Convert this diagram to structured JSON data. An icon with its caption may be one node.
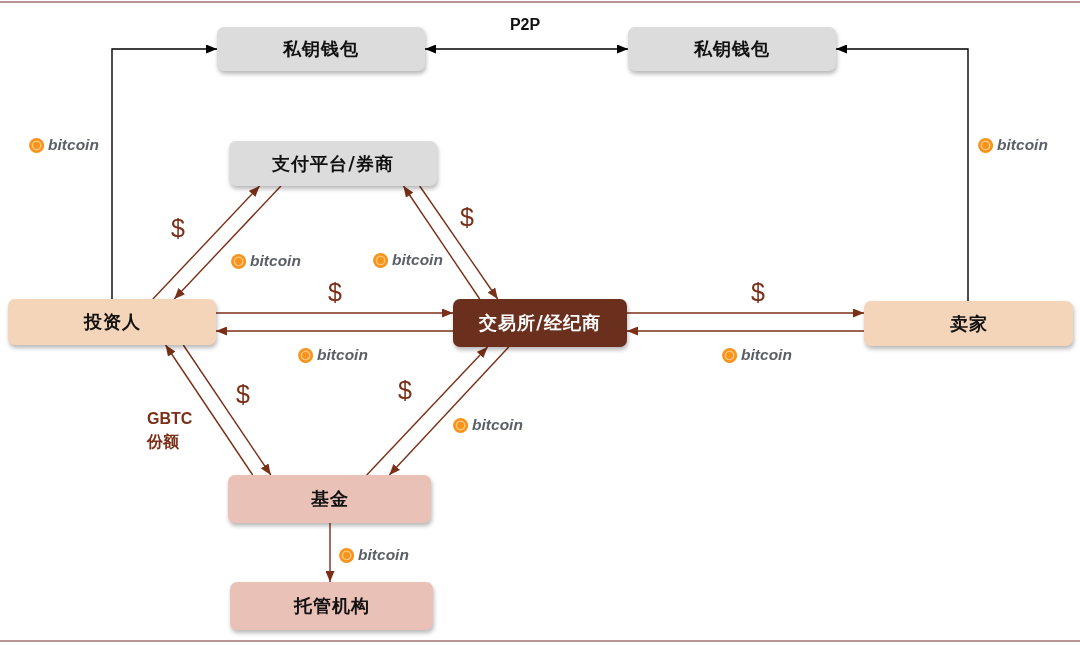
{
  "diagram": {
    "nodes": [
      {
        "text": [
          "私钥钱包"
        ]
      },
      {
        "text": [
          "私钥钱包"
        ]
      },
      {
        "text": [
          "支付平台/券商"
        ]
      },
      {
        "text": [
          "投资人"
        ]
      },
      {
        "text": [
          "交易所/经纪商"
        ]
      },
      {
        "text": [
          "卖家"
        ]
      },
      {
        "text": [
          "基金"
        ]
      },
      {
        "text": [
          "托管机构"
        ]
      }
    ],
    "edges": [
      {
        "from": 3,
        "to": 0,
        "arrow": "to",
        "label": "bitcoin",
        "color": "#000000"
      },
      {
        "from": 0,
        "to": 1,
        "arrow": "both",
        "label": "P2P",
        "color": "#000000"
      },
      {
        "from": 5,
        "to": 1,
        "arrow": "to",
        "label": "bitcoin",
        "color": "#000000"
      },
      {
        "from": 3,
        "to": 2,
        "arrow": "to",
        "label": "$"
      },
      {
        "from": 2,
        "to": 3,
        "arrow": "to",
        "label": "bitcoin"
      },
      {
        "from": 2,
        "to": 4,
        "arrow": "to",
        "label": "$"
      },
      {
        "from": 4,
        "to": 2,
        "arrow": "to",
        "label": "bitcoin"
      },
      {
        "from": 3,
        "to": 4,
        "arrow": "to",
        "label": "$"
      },
      {
        "from": 4,
        "to": 3,
        "arrow": "to",
        "label": "bitcoin"
      },
      {
        "from": 4,
        "to": 5,
        "arrow": "to",
        "label": "$"
      },
      {
        "from": 5,
        "to": 4,
        "arrow": "to",
        "label": "bitcoin"
      },
      {
        "from": 3,
        "to": 6,
        "arrow": "to",
        "label": "$"
      },
      {
        "from": 6,
        "to": 3,
        "arrow": "to",
        "label": "GBTC 份额"
      },
      {
        "from": 6,
        "to": 4,
        "arrow": "to",
        "label": "$"
      },
      {
        "from": 4,
        "to": 6,
        "arrow": "to",
        "label": "bitcoin"
      },
      {
        "from": 6,
        "to": 7,
        "arrow": "to",
        "label": "bitcoin"
      }
    ]
  }
}
